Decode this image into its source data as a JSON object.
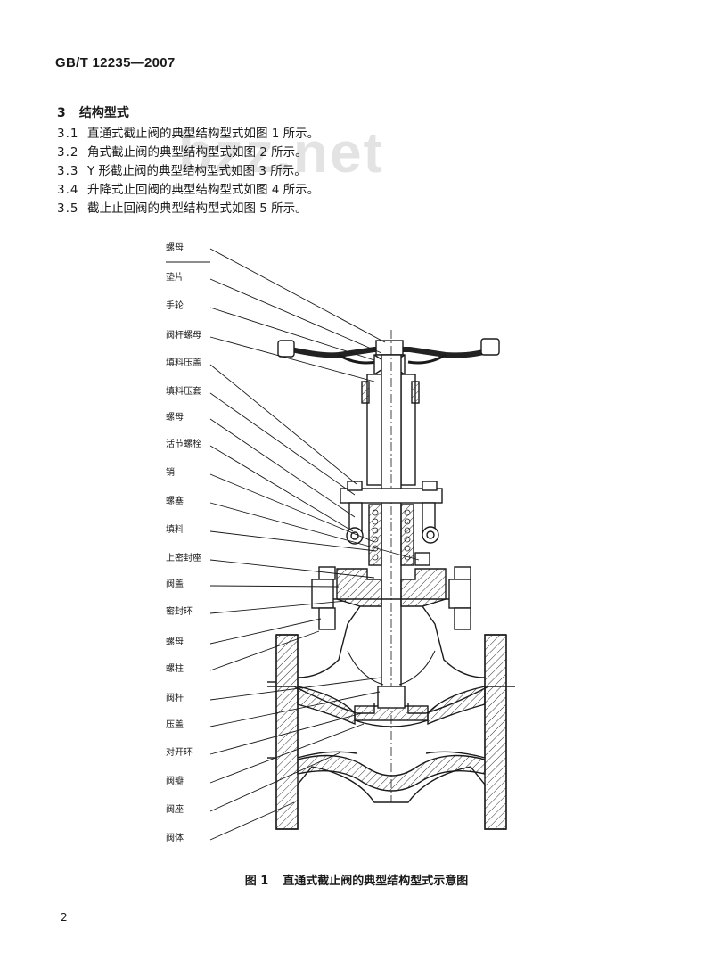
{
  "header": {
    "standard": "GB/T 12235—2007"
  },
  "watermark": "bzz.net",
  "section": {
    "number": "3",
    "title": "结构型式"
  },
  "clauses": [
    {
      "num": "3.1",
      "text": "直通式截止阀的典型结构型式如图 1 所示。"
    },
    {
      "num": "3.2",
      "text": "角式截止阀的典型结构型式如图 2 所示。"
    },
    {
      "num": "3.3",
      "text": "Y 形截止阀的典型结构型式如图 3 所示。"
    },
    {
      "num": "3.4",
      "text": "升降式止回阀的典型结构型式如图 4 所示。"
    },
    {
      "num": "3.5",
      "text": "截止止回阀的典型结构型式如图 5 所示。"
    }
  ],
  "figure": {
    "labels": [
      "螺母",
      "垫片",
      "手轮",
      "阀杆螺母",
      "填料压盖",
      "填料压套",
      "螺母",
      "活节螺栓",
      "销",
      "螺塞",
      "填料",
      "上密封座",
      "阀盖",
      "密封环",
      "螺母",
      "螺柱",
      "阀杆",
      "压盖",
      "对开环",
      "阀瓣",
      "阀座",
      "阀体"
    ],
    "caption_number": "图 1",
    "caption_text": "直通式截止阀的典型结构型式示意图"
  },
  "page_number": "2"
}
